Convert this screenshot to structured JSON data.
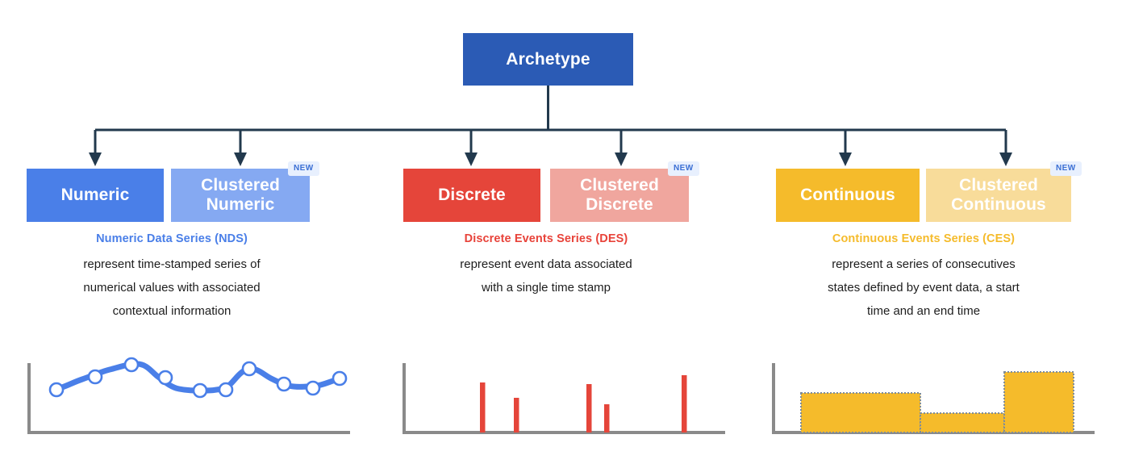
{
  "diagram": {
    "root": {
      "label": "Archetype",
      "color": "#2b5bb5"
    },
    "badge_label": "NEW",
    "groups": [
      {
        "id": "numeric",
        "title": "Numeric Data Series (NDS)",
        "title_color": "#4a7fe8",
        "accent": "#4a7fe8",
        "accent_light": "#85a9f2",
        "boxes": [
          {
            "label": "Numeric",
            "color": "#4a7fe8",
            "new": false
          },
          {
            "label": "Clustered\nNumeric",
            "color": "#85a9f2",
            "new": true
          }
        ],
        "description": [
          "represent time-stamped series of",
          "numerical values with associated",
          "contextual information"
        ]
      },
      {
        "id": "discrete",
        "title": "Discrete Events Series (DES)",
        "title_color": "#e8433a",
        "accent": "#e5453a",
        "accent_light": "#f0a69e",
        "boxes": [
          {
            "label": "Discrete",
            "color": "#e5453a",
            "new": false
          },
          {
            "label": "Clustered\nDiscrete",
            "color": "#f0a69e",
            "new": true
          }
        ],
        "description": [
          "represent event data associated",
          "with a single time stamp"
        ]
      },
      {
        "id": "continuous",
        "title": "Continuous Events Series (CES)",
        "title_color": "#f5bb2b",
        "accent": "#f5bb2b",
        "accent_light": "#f8dc9a",
        "boxes": [
          {
            "label": "Continuous",
            "color": "#f5bb2b",
            "new": false
          },
          {
            "label": "Clustered\nContinuous",
            "color": "#f8dc9a",
            "new": true
          }
        ],
        "description": [
          "represent a series of consecutives",
          "states defined by event data, a start",
          "time and an end time"
        ]
      }
    ]
  },
  "chart_data": [
    {
      "id": "numeric-chart",
      "type": "line",
      "title": "",
      "xlabel": "",
      "ylabel": "",
      "color": "#4a7fe8",
      "marker": "open-circle",
      "grid": false,
      "legend": "none",
      "xlim": [
        0,
        10
      ],
      "ylim": [
        0,
        10
      ],
      "x": [
        0,
        1,
        2,
        3,
        4,
        5,
        6,
        7,
        8,
        9,
        10
      ],
      "values": [
        4.0,
        5.6,
        7.0,
        6.6,
        4.8,
        4.8,
        7.2,
        5.5,
        4.7,
        5.4,
        5.4
      ]
    },
    {
      "id": "discrete-chart",
      "type": "bar",
      "title": "",
      "xlabel": "",
      "ylabel": "",
      "color": "#e5453a",
      "grid": false,
      "legend": "none",
      "xlim": [
        0,
        10
      ],
      "ylim": [
        0,
        10
      ],
      "categories": [
        "e1",
        "e2",
        "e3",
        "e4",
        "e5"
      ],
      "x": [
        2.4,
        3.5,
        6.0,
        6.7,
        9.0
      ],
      "values": [
        6.5,
        5.0,
        6.4,
        4.2,
        7.7
      ]
    },
    {
      "id": "continuous-chart",
      "type": "area",
      "title": "",
      "xlabel": "",
      "ylabel": "",
      "color": "#f5bb2b",
      "border": "dotted",
      "grid": false,
      "legend": "none",
      "xlim": [
        0,
        10
      ],
      "ylim": [
        0,
        10
      ],
      "categories": [
        "state 1",
        "state 2",
        "state 3"
      ],
      "x_start": [
        0.9,
        4.7,
        7.6
      ],
      "x_end": [
        4.7,
        7.6,
        10.2
      ],
      "values": [
        5.0,
        2.5,
        7.4
      ]
    }
  ]
}
